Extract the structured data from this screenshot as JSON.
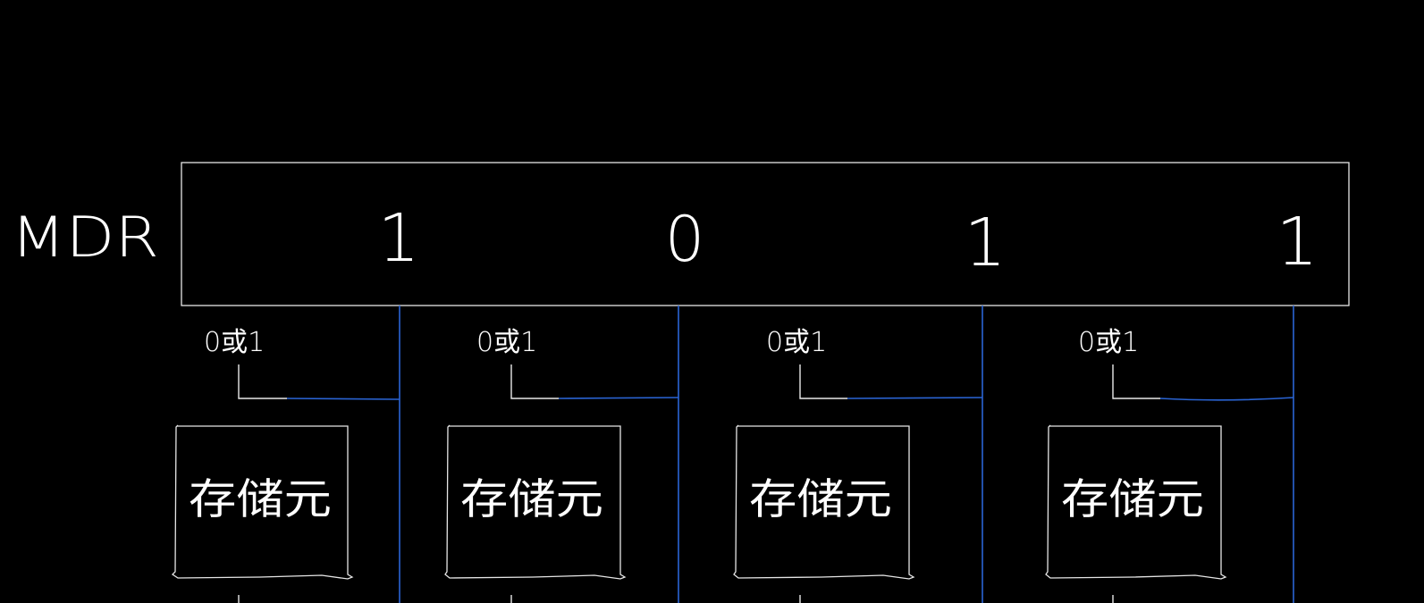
{
  "register": {
    "label": "MDR",
    "bits": [
      "1",
      "0",
      "1",
      "1"
    ]
  },
  "cells": [
    {
      "bit_option_label": "0或1",
      "cell_label": "存储元"
    },
    {
      "bit_option_label": "0或1",
      "cell_label": "存储元"
    },
    {
      "bit_option_label": "0或1",
      "cell_label": "存储元"
    },
    {
      "bit_option_label": "0或1",
      "cell_label": "存储元"
    }
  ],
  "colors": {
    "background": "#000000",
    "ink": "#ffffff",
    "bus_line": "#2a64d4"
  }
}
